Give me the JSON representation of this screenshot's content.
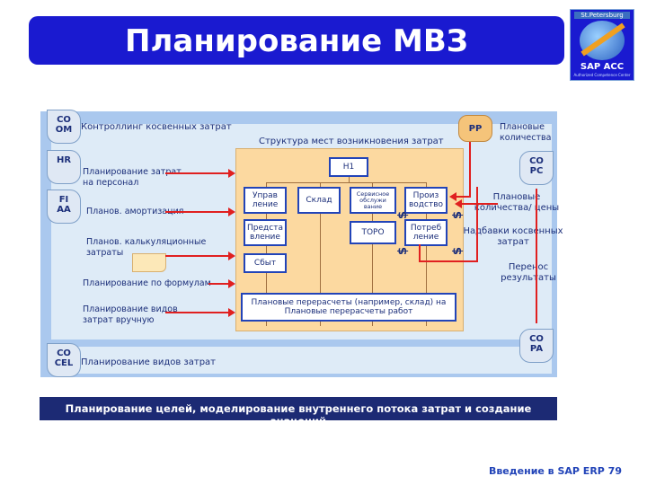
{
  "title": "Планирование МВЗ",
  "logo": {
    "city": "St.Petersburg",
    "name": "SAP ACC",
    "subtitle": "Authorized Competence Center"
  },
  "tags": {
    "co_om": "CO\nOM",
    "hr": "HR",
    "fi_aa": "FI\nAA",
    "co_cel": "CO\nCEL",
    "pp": "PP",
    "co_pc": "CO\nPC",
    "co_pa": "CO\nPA"
  },
  "left_labels": {
    "overhead_control": "Контроллинг косвенных затрат",
    "personnel_planning": "Планирование затрат\nна персонал",
    "depreciation_planning": "Планов. амортизация",
    "calc_costs": "Планов. калькуляционные\nзатраты",
    "formula_planning": "Планирование по формулам",
    "manual_planning": "Планирование видов\nзатрат вручную",
    "revenue_planning": "Планирование видов затрат"
  },
  "center": {
    "structure_label": "Структура мест возникновения затрат",
    "root": "H1",
    "nodes": {
      "management": "Управ\nление",
      "warehouse": "Склад",
      "service": "Сервисное\nобслужи\nвание",
      "production": "Произ\nводство",
      "representation": "Предста\nвление",
      "toro": "ТОРО",
      "consumption": "Потреб\nление",
      "sales": "Сбыт"
    },
    "allocation_text": "Плановые перерасчеты (например, склад) на\nПлановые перерасчеты работ"
  },
  "right_labels": {
    "planned_quantities": "Плановые\nколичества",
    "planned_quantities_prices": "Плановые\nколичества/ цены",
    "overhead_surcharges": "Надбавки косвенных\nзатрат",
    "result_transfer": "Перенос\nрезультаты"
  },
  "dollar_sign": "$",
  "bottom_bar": "Планирование целей, моделирование внутреннего потока затрат и создание значений",
  "footer": "Введение в SAP ERP  79"
}
